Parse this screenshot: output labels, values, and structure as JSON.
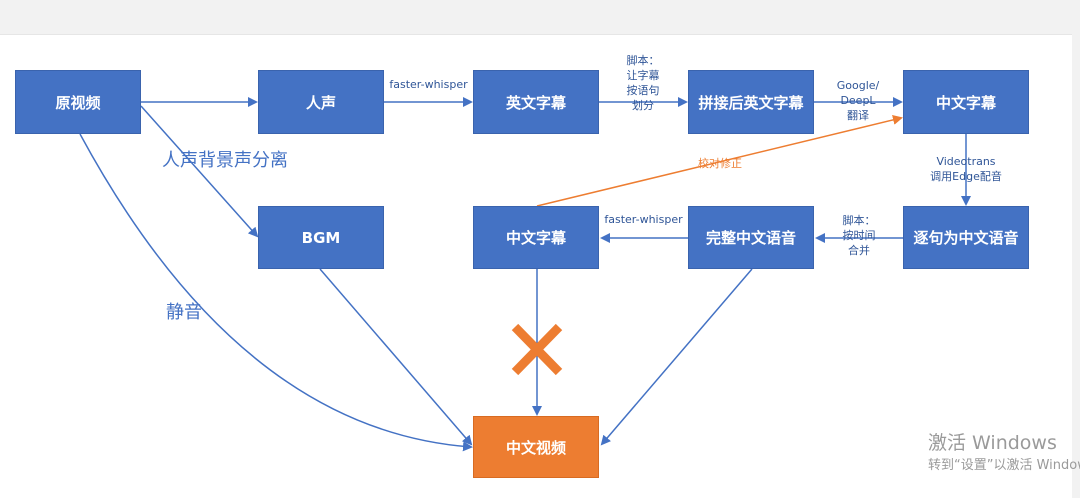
{
  "nodes": {
    "source_video": "原视频",
    "vocals": "人声",
    "english_subtitles": "英文字幕",
    "merged_english_subtitles": "拼接后英文字幕",
    "chinese_subtitles_top": "中文字幕",
    "bgm": "BGM",
    "chinese_subtitles_mid": "中文字幕",
    "full_chinese_audio": "完整中文语音",
    "per_sentence_chinese_audio": "逐句为中文语音",
    "chinese_video": "中文视频"
  },
  "edge_labels": {
    "faster_whisper_1": "faster-whisper",
    "script_split": "脚本：\n让字幕\n按语句\n划分",
    "translate": "Google/\nDeepL\n翻译",
    "videotrans": "Videotrans\n调用Edge配音",
    "script_merge": "脚本：\n按时间\n合并",
    "faster_whisper_2": "faster-whisper",
    "proofread": "校对修正",
    "vocal_bg_separation": "人声背景声分离",
    "mute": "静音"
  },
  "colors": {
    "node_blue": "#4472c4",
    "node_orange": "#ed7d31",
    "edge_blue": "#4472c4",
    "edge_orange": "#ed7d31"
  },
  "watermark": {
    "line1": "激活 Windows",
    "line2": "转到“设置”以激活 Windows"
  }
}
